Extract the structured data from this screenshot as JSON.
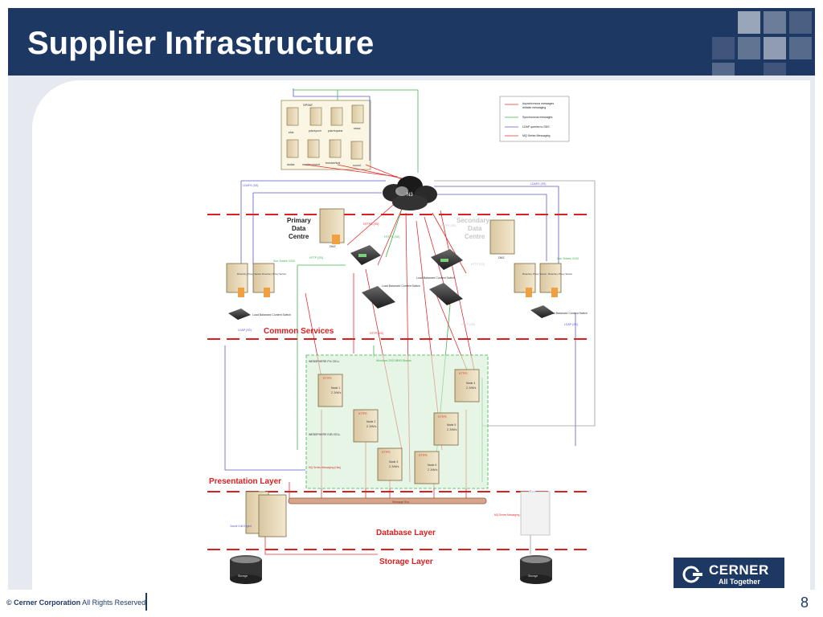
{
  "slide": {
    "title": "Supplier Infrastructure",
    "page_number": "8",
    "footer_company": "© Cerner Corporation",
    "footer_rights": "All Rights Reserved",
    "logo_text": "CERNER",
    "logo_tagline": "All Together"
  },
  "legend": {
    "items": [
      {
        "label_line1": "Asynchronous messages",
        "label_line2": "reliable messaging",
        "color": "#e03030"
      },
      {
        "label_line1": "Synchronous messages",
        "label_line2": "",
        "color": "#3cb44b"
      },
      {
        "label_line1": "LDAP queries to SDS",
        "label_line2": "",
        "color": "#5a5ac8"
      },
      {
        "label_line1": "MQ Series Messaging",
        "label_line2": "",
        "color": "#e03030"
      }
    ]
  },
  "layers": {
    "common_services": "Common Services",
    "presentation": "Presentation Layer",
    "database": "Database Layer",
    "storage": "Storage Layer"
  },
  "data_centres": {
    "primary_line1": "Primary",
    "primary_line2": "Data",
    "primary_line3": "Centre",
    "secondary_line1": "Secondary",
    "secondary_line2": "Data",
    "secondary_line3": "Centre"
  },
  "servers_top": {
    "title": "SPINE",
    "s1": "ebis",
    "s2": "pds/synch",
    "s3": "pds/request",
    "s4": "sbaui",
    "s5": "dodaz",
    "s6": "mediaconsent",
    "s7": "tmedcentral",
    "s8": "rounid"
  },
  "labels": {
    "ldaps_left": "LDAPS (SS)",
    "ldaps_right": "LDAPS (SS)",
    "cloud": "N3",
    "https_top": "HTTPS (SS)",
    "https_mid": "HTTPS (SS)",
    "https_right": "HTTPS (SS)",
    "http_ss": "HTTP (SS)",
    "sun_left": "Sun Solaris V240",
    "sun_right": "Sun Solaris V240",
    "dirproxy_l1": "Directory Proxy Server",
    "dirproxy_l2": "Directory Proxy Server",
    "dirproxy_r1": "Directory Proxy Server",
    "dirproxy_r2": "Directory Proxy Server",
    "lbcs_left": "Load Balanced Content Switch",
    "lbcs_mid1": "Load Balanced Content Switch",
    "lbcs_mid2": "Load Balanced Content Switch",
    "lbcs_right": "Load Balanced Content Switch",
    "ldap_left": "LDAP (SS)",
    "ldap_right": "LDAP (SS)",
    "was_cell": "WEBSPHERE FIX CELL",
    "windows": "Windows 2003 IBM3 Blades",
    "ejb_cell": "WEBSPHERE EJB CELL",
    "node1": "Node 1",
    "node2": "Node 2",
    "node3": "Node 3",
    "node4": "Node 4",
    "node5": "Node 5",
    "node6": "Node 6",
    "jvm": "2 JVM's",
    "http_node": "HTTPS",
    "mq_left": "MQ Series Messaging (Has)",
    "mq_right": "MQ Series Messaging (Has)",
    "bus": "Message Bus",
    "oracle": "Oracle Grid Engine",
    "dmz": "DMZ",
    "storage_left": "Storage",
    "storage_right": "Storage"
  }
}
